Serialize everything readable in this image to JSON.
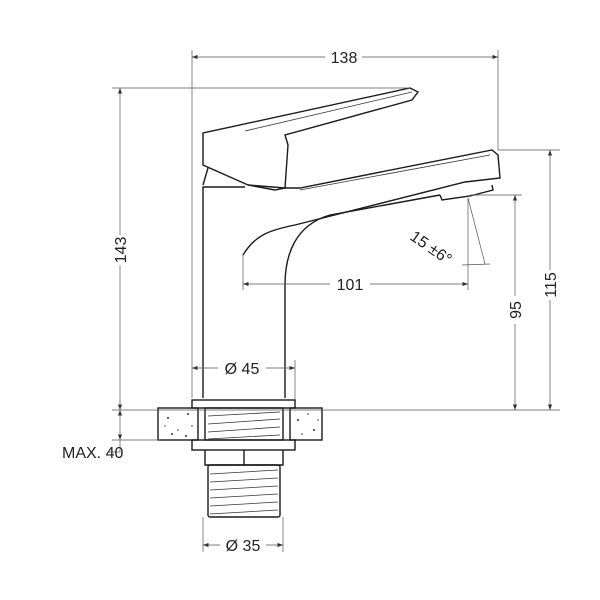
{
  "dimensions": {
    "total_width": "138",
    "total_height": "143",
    "spout_reach": "101",
    "spout_height": "115",
    "outlet_height": "95",
    "outlet_angle": "15 ±6°",
    "base_diameter": "Ø 45",
    "thread_diameter": "Ø 35",
    "max_countertop": "MAX. 40"
  }
}
